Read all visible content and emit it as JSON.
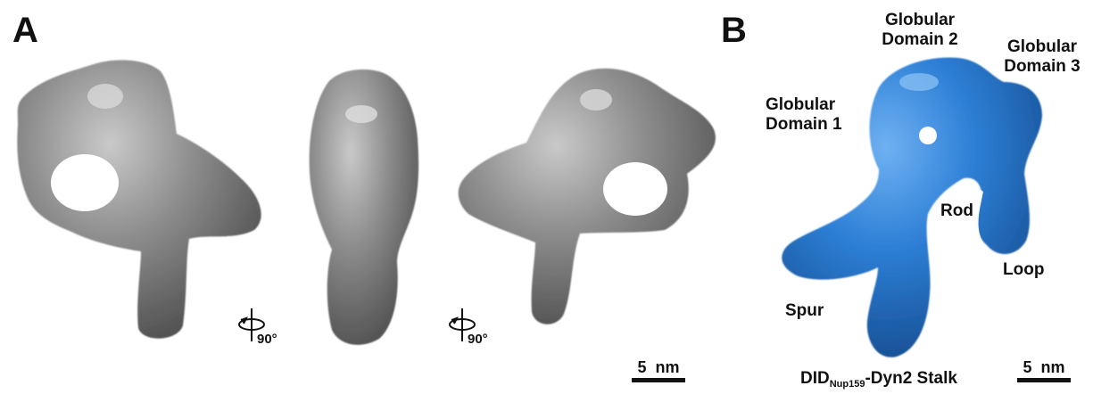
{
  "panels": {
    "a": {
      "letter": "A"
    },
    "b": {
      "letter": "B"
    }
  },
  "rotation_marks": [
    {
      "label": "90°"
    },
    {
      "label": "90°"
    }
  ],
  "scale_bars": [
    {
      "label": "5  nm"
    },
    {
      "label": "5  nm"
    }
  ],
  "labels": {
    "globular_domain_1": [
      "Globular",
      "Domain 1"
    ],
    "globular_domain_2": [
      "Globular",
      "Domain 2"
    ],
    "globular_domain_3": [
      "Globular",
      "Domain 3"
    ],
    "rod": "Rod",
    "loop": "Loop",
    "spur": "Spur",
    "caption": {
      "main": "DID",
      "subscript": "Nup159",
      "suffix": "-Dyn2 Stalk"
    }
  },
  "colors": {
    "grey_model": "#8a8a8a",
    "blue_model": "#2d7fd6"
  }
}
